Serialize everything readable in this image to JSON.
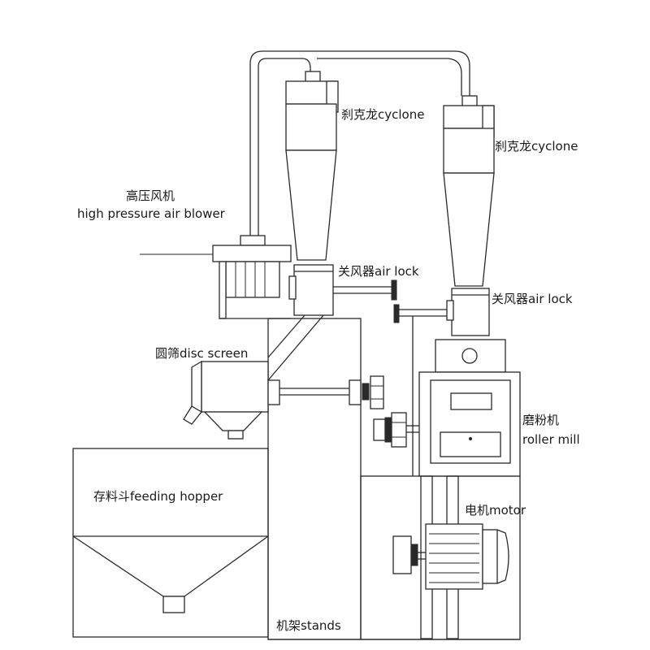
{
  "labels": {
    "cyclone_1": "刹克龙cyclone",
    "cyclone_2": "刹克龙cyclone",
    "blower_cn": "高压风机",
    "blower_en": "high pressure air blower",
    "airlock_1": "关风器air lock",
    "airlock_2": "关风器air lock",
    "disc_screen": "圆筛disc screen",
    "mill_cn": "磨粉机",
    "mill_en": "roller mill",
    "hopper": "存料斗feeding hopper",
    "motor": "电机motor",
    "stands": "机架stands"
  }
}
